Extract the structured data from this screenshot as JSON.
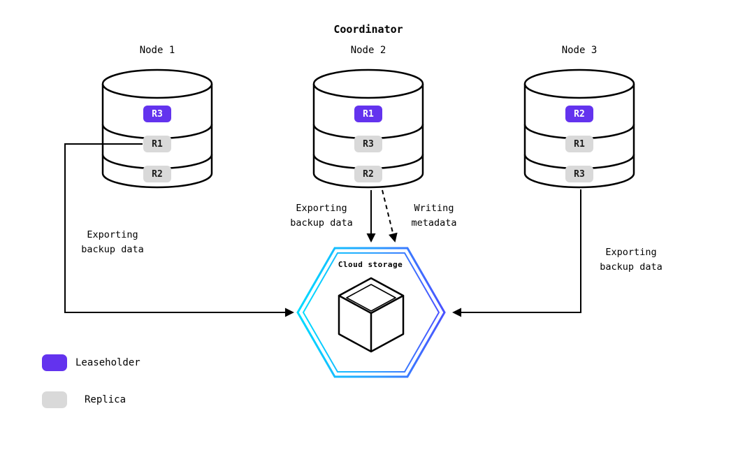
{
  "title": "Coordinator",
  "nodes": [
    {
      "label": "Node 1",
      "replicas": [
        {
          "label": "R3",
          "type": "leaseholder"
        },
        {
          "label": "R1",
          "type": "replica"
        },
        {
          "label": "R2",
          "type": "replica"
        }
      ]
    },
    {
      "label": "Node 2",
      "replicas": [
        {
          "label": "R1",
          "type": "leaseholder"
        },
        {
          "label": "R3",
          "type": "replica"
        },
        {
          "label": "R2",
          "type": "replica"
        }
      ]
    },
    {
      "label": "Node 3",
      "replicas": [
        {
          "label": "R2",
          "type": "leaseholder"
        },
        {
          "label": "R1",
          "type": "replica"
        },
        {
          "label": "R3",
          "type": "replica"
        }
      ]
    }
  ],
  "cloud": {
    "label": "Cloud storage"
  },
  "edges": {
    "node1_export": {
      "line1": "Exporting",
      "line2": "backup data",
      "style": "solid",
      "from": "Node 1",
      "to": "Cloud storage"
    },
    "node2_export": {
      "line1": "Exporting",
      "line2": "backup data",
      "style": "solid",
      "from": "Node 2",
      "to": "Cloud storage"
    },
    "node2_metadata": {
      "line1": "Writing",
      "line2": "metadata",
      "style": "dashed",
      "from": "Node 2",
      "to": "Cloud storage"
    },
    "node3_export": {
      "line1": "Exporting",
      "line2": "backup data",
      "style": "solid",
      "from": "Node 3",
      "to": "Cloud storage"
    }
  },
  "legend": [
    {
      "label": "Leaseholder",
      "color": "#6333EE"
    },
    {
      "label": "Replica",
      "color": "#D9D9D9"
    }
  ],
  "colors": {
    "leaseholder": "#6333EE",
    "replica": "#D9D9D9",
    "hexagon_gradient_start": "#00DCFF",
    "hexagon_gradient_end": "#4A52FF",
    "stroke": "#000000"
  }
}
